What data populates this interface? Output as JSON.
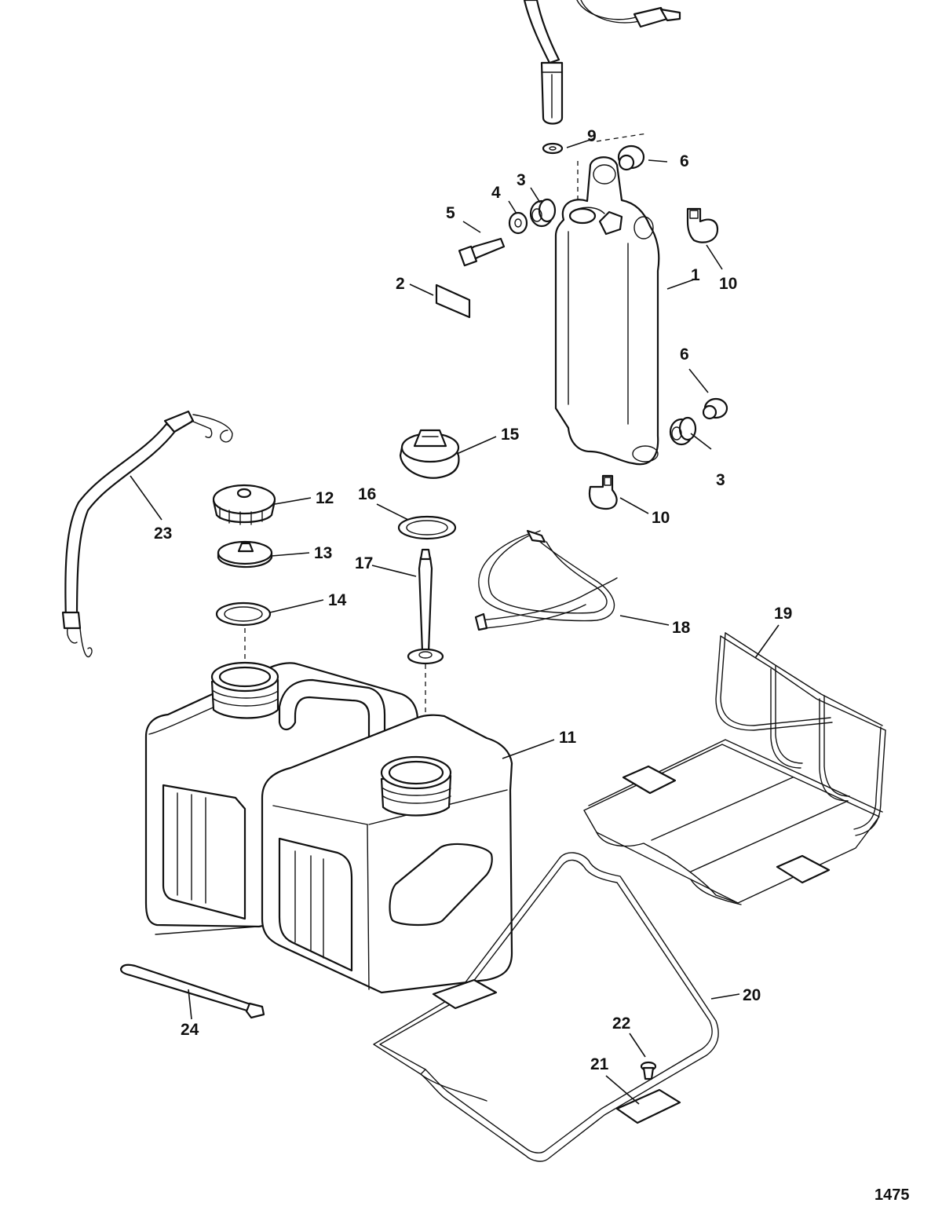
{
  "figure_number": "1475",
  "callouts": {
    "c1": "1",
    "c2": "2",
    "c3a": "3",
    "c3b": "3",
    "c4": "4",
    "c5": "5",
    "c6a": "6",
    "c6b": "6",
    "c9": "9",
    "c10a": "10",
    "c10b": "10",
    "c11": "11",
    "c12": "12",
    "c13": "13",
    "c14": "14",
    "c15": "15",
    "c16": "16",
    "c17": "17",
    "c18": "18",
    "c19": "19",
    "c20": "20",
    "c21": "21",
    "c22": "22",
    "c23": "23",
    "c24": "24"
  }
}
